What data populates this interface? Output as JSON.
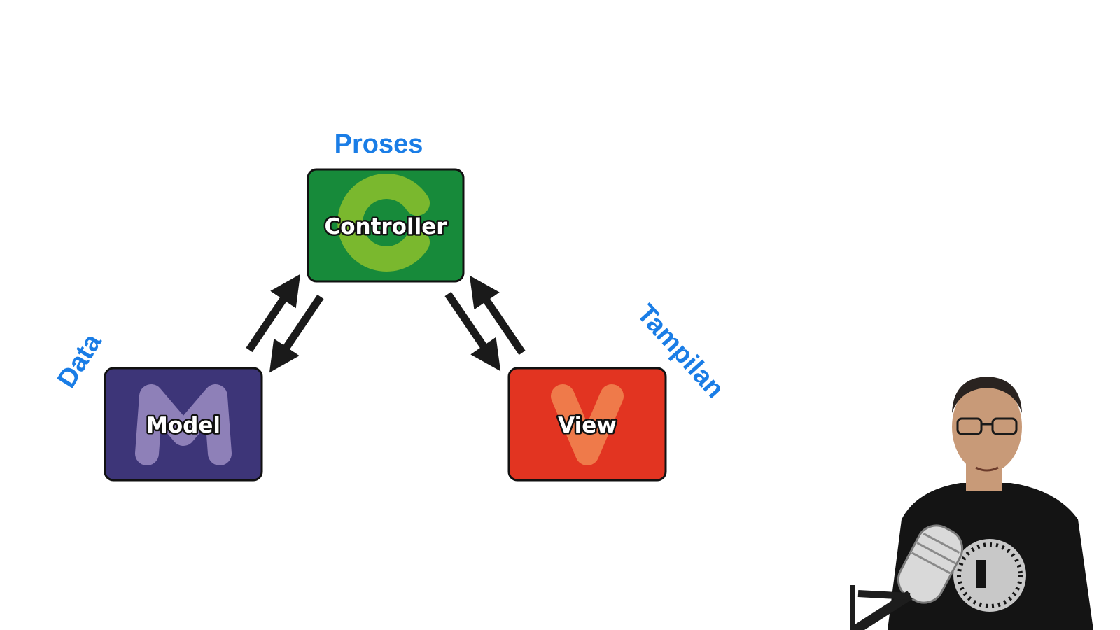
{
  "diagram": {
    "nodes": [
      {
        "id": "controller",
        "label": "Controller",
        "role": "Proses",
        "color": "#178a3a",
        "letter_color": "#7ab82e"
      },
      {
        "id": "model",
        "label": "Model",
        "role": "Data",
        "color": "#3d3578",
        "letter_color": "#8e80b8"
      },
      {
        "id": "view",
        "label": "View",
        "role": "Tampilan",
        "color": "#e23421",
        "letter_color": "#ef7a4a"
      }
    ],
    "edges": [
      {
        "from": "model",
        "to": "controller"
      },
      {
        "from": "controller",
        "to": "model"
      },
      {
        "from": "controller",
        "to": "view"
      },
      {
        "from": "view",
        "to": "controller"
      }
    ],
    "role_color": "#1a7de6",
    "arrow_color": "#1a1a1a"
  },
  "presenter": {
    "shirt_color": "#141414",
    "skin_color": "#c89a78"
  }
}
